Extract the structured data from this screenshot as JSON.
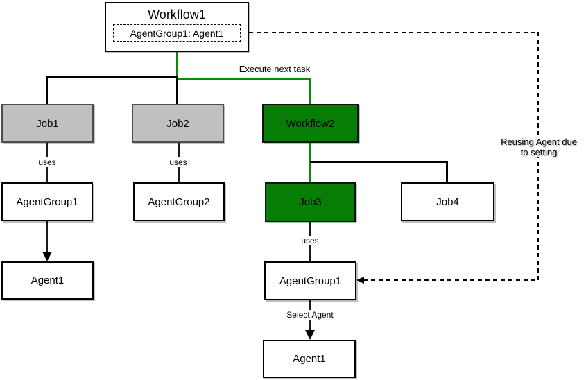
{
  "diagram": {
    "nodes": {
      "workflow1": "Workflow1",
      "workflow1_setting": "AgentGroup1: Agent1",
      "job1": "Job1",
      "job2": "Job2",
      "workflow2": "Workflow2",
      "agentgroup1_left": "AgentGroup1",
      "agentgroup2": "AgentGroup2",
      "agent1_left": "Agent1",
      "job3": "Job3",
      "job4": "Job4",
      "agentgroup1_reused": "AgentGroup1",
      "agent1_selected": "Agent1"
    },
    "edge_labels": {
      "execute_next_task": "Execute next task",
      "job1_uses": "uses",
      "job2_uses": "uses",
      "job3_uses": "uses",
      "select_agent": "Select Agent",
      "reusing_note": "Reusing Agent due to setting"
    },
    "colors": {
      "active_green_fill": "#067e06",
      "green_connector": "#088a08",
      "inactive_gray_fill": "#c0c0c0",
      "box_white_fill": "#ffffff",
      "line_black": "#000000"
    }
  }
}
